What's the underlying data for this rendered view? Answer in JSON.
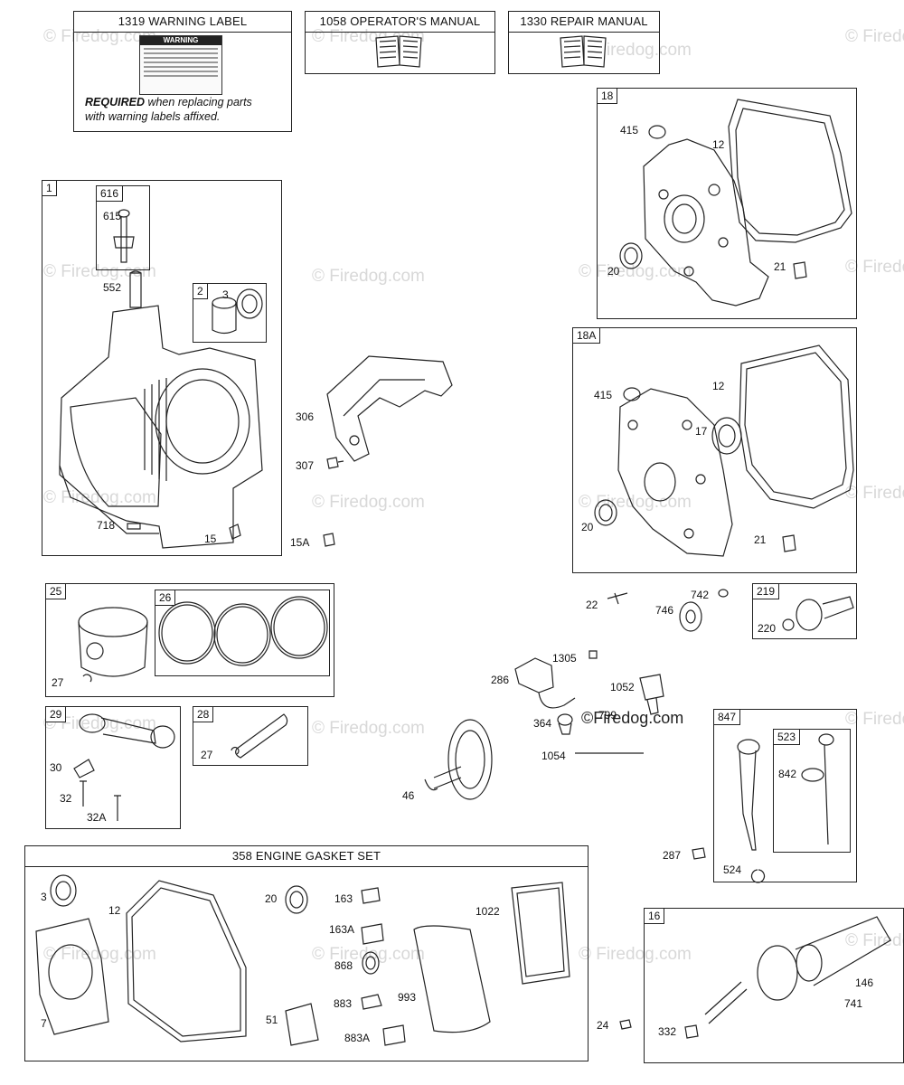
{
  "watermark": {
    "text": "© Firedog.com",
    "credit": "©Firedog.com"
  },
  "top_labels": {
    "warning_label": "1319 WARNING LABEL",
    "warning_word": "WARNING",
    "required_bold": "REQUIRED",
    "required_text": " when replacing parts",
    "required_text2": "with warning labels affixed.",
    "operators_manual": "1058 OPERATOR'S MANUAL",
    "repair_manual": "1330 REPAIR MANUAL"
  },
  "gasket_set": {
    "title": "358 ENGINE GASKET SET"
  },
  "boxes": {
    "b1": "1",
    "b616": "616",
    "b2": "2",
    "b18": "18",
    "b18a": "18A",
    "b25": "25",
    "b26": "26",
    "b29": "29",
    "b28": "28",
    "b219": "219",
    "b847": "847",
    "b523": "523",
    "b16": "16"
  },
  "parts": {
    "p615": "615",
    "p552": "552",
    "p3": "3",
    "p718": "718",
    "p15": "15",
    "p306": "306",
    "p307": "307",
    "p15a": "15A",
    "p415a": "415",
    "p12a": "12",
    "p20a": "20",
    "p21a": "21",
    "p415b": "415",
    "p12b": "12",
    "p17": "17",
    "p20b": "20",
    "p21b": "21",
    "p22": "22",
    "p742": "742",
    "p746": "746",
    "p220": "220",
    "p27a": "27",
    "p1305": "1305",
    "p286": "286",
    "p1052": "1052",
    "p364": "364",
    "p799": "799",
    "p1054": "1054",
    "p46": "46",
    "p30": "30",
    "p32": "32",
    "p32a": "32A",
    "p27b": "27",
    "p842": "842",
    "p287": "287",
    "p524": "524",
    "g3": "3",
    "g12": "12",
    "g7": "7",
    "g20": "20",
    "g163": "163",
    "g163a": "163A",
    "g868": "868",
    "g883": "883",
    "g883a": "883A",
    "g993": "993",
    "g51": "51",
    "g1022": "1022",
    "p146": "146",
    "p741": "741",
    "p24": "24",
    "p332": "332"
  }
}
